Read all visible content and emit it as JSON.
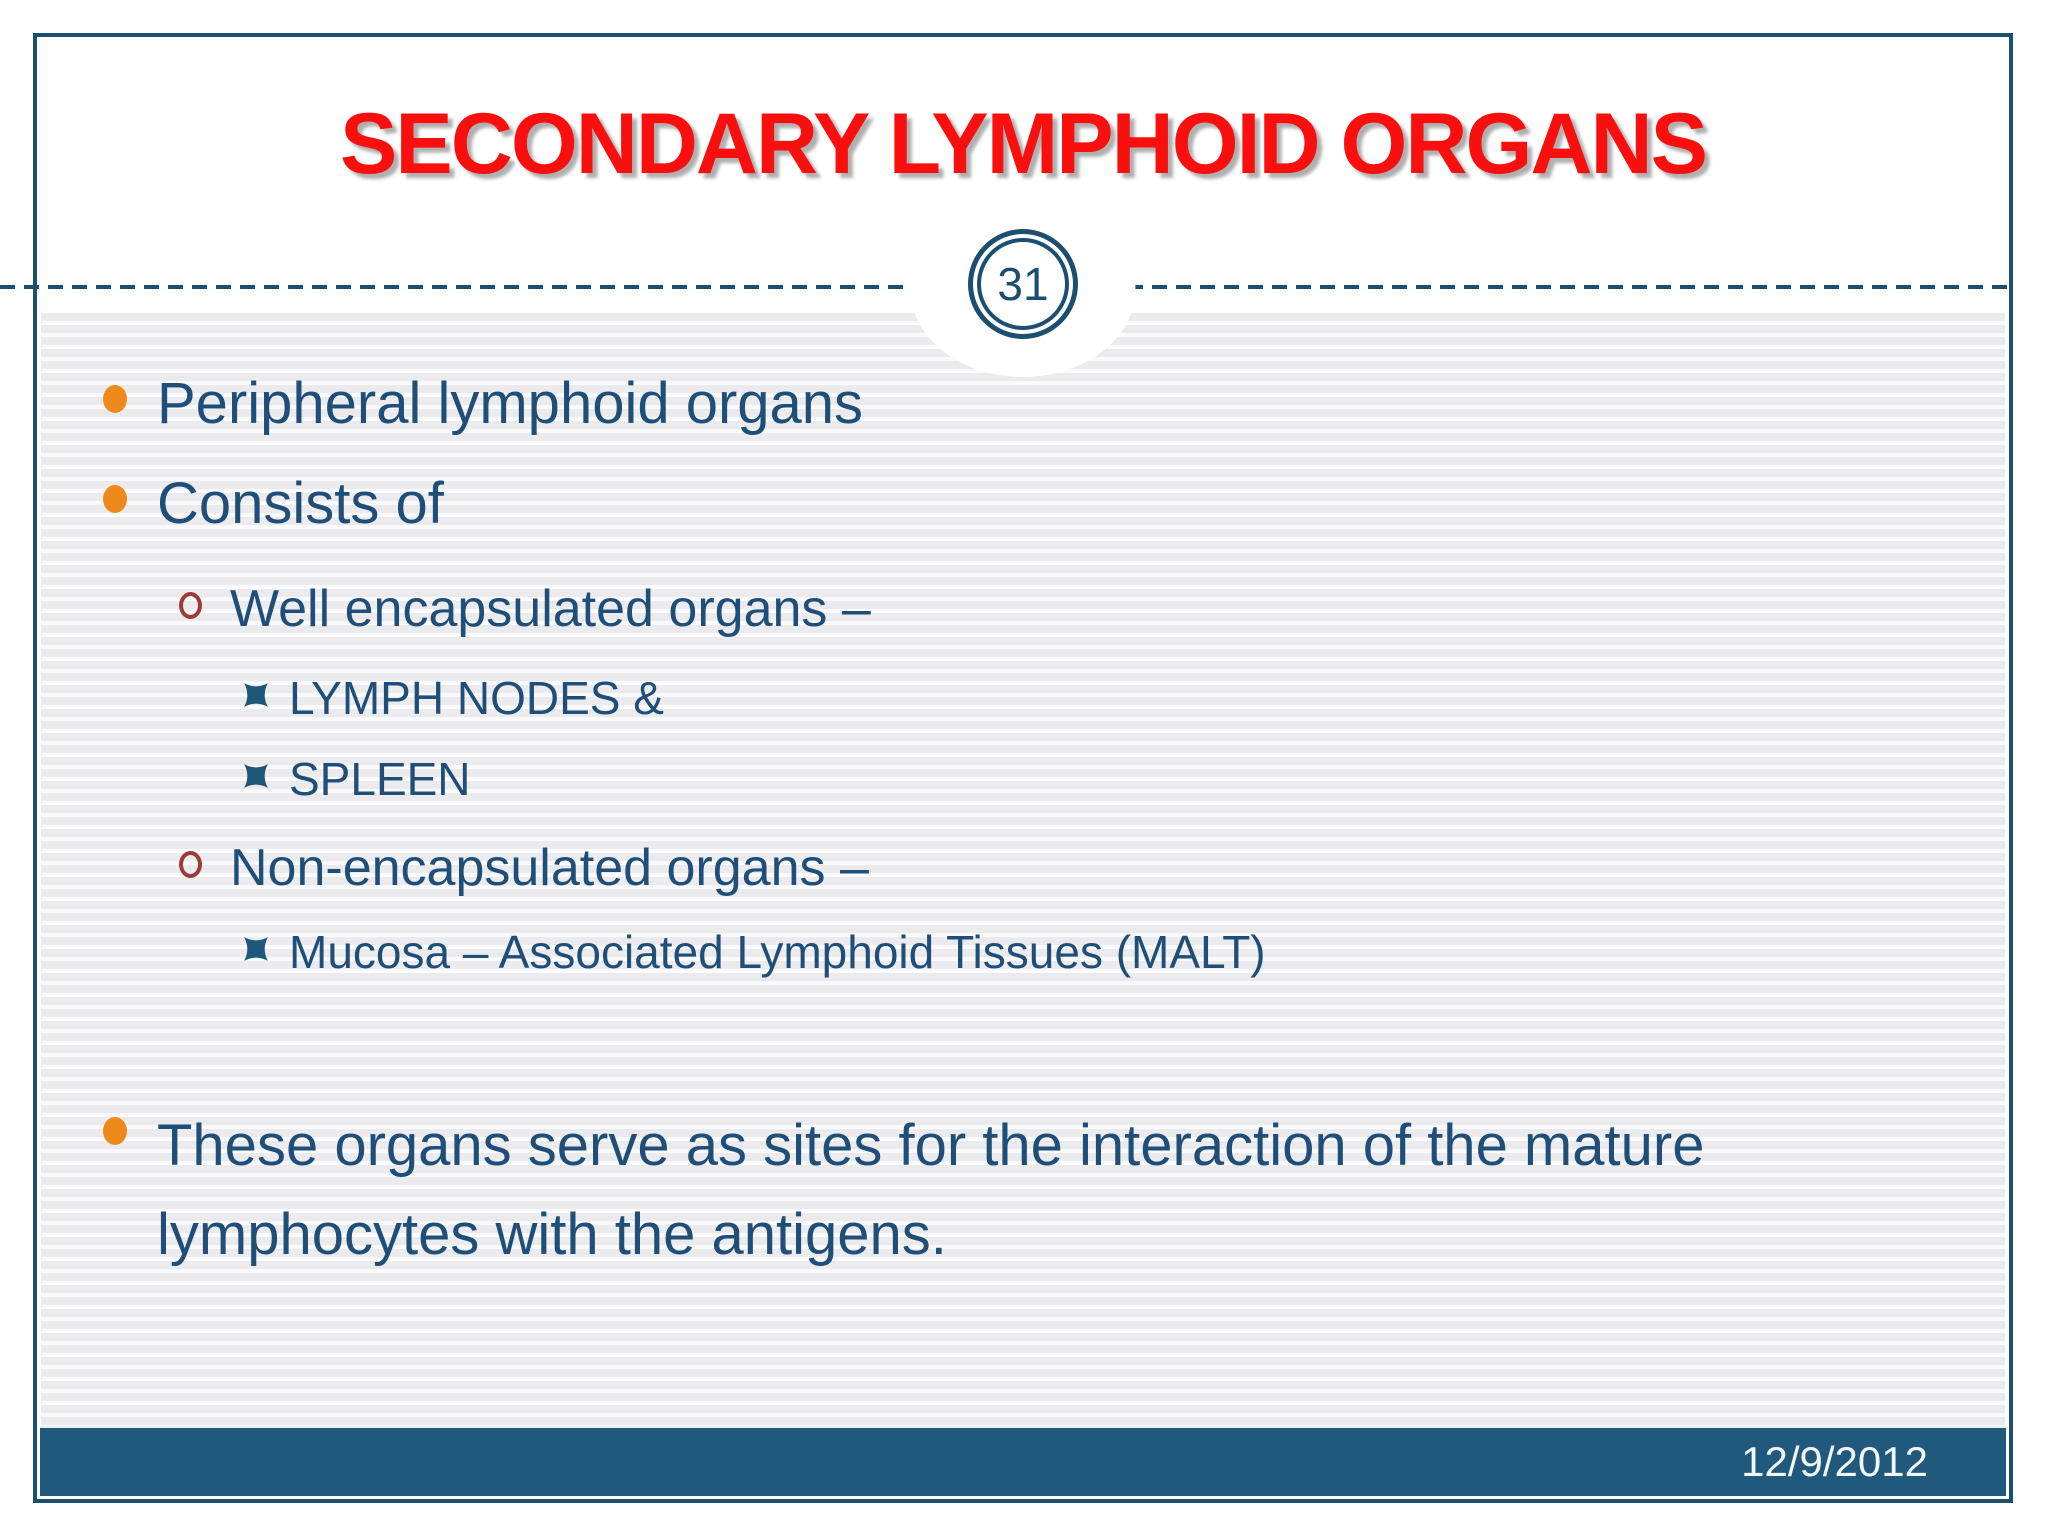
{
  "slide": {
    "title": "SECONDARY LYMPHOID ORGANS",
    "page_number": "31",
    "bullets": [
      {
        "level": 1,
        "text": "Peripheral lymphoid organs"
      },
      {
        "level": 1,
        "text": "Consists of"
      },
      {
        "level": 2,
        "text": "Well encapsulated organs –"
      },
      {
        "level": 3,
        "text": "LYMPH NODES &"
      },
      {
        "level": 3,
        "text": "SPLEEN"
      },
      {
        "level": 2,
        "text": "Non-encapsulated organs –"
      },
      {
        "level": 3,
        "text": "Mucosa – Associated Lymphoid Tissues (MALT)"
      },
      {
        "level": 1,
        "text": "These organs serve as sites for the interaction of the mature lymphocytes with the antigens."
      }
    ],
    "footer": {
      "date": "12/9/2012"
    },
    "icons": {
      "level1_bullet": "orange-dot-icon",
      "level2_bullet": "hollow-circle-icon",
      "level3_bullet": "four-point-star-icon"
    },
    "colors": {
      "title_red": "#FA0F0F",
      "body_text_blue": "#1F4E79",
      "border_blue": "#1C4E70",
      "bullet_orange": "#EE8A1B",
      "bullet_dark_red": "#9D3A3A",
      "bullet_star_teal": "#1D5878",
      "footer_bar_blue": "#20597C"
    }
  }
}
